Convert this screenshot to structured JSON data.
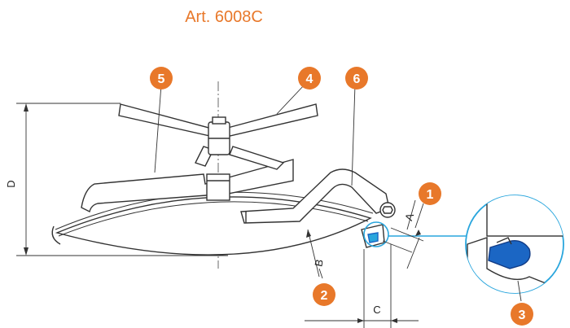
{
  "title": "Art. 6008C",
  "colors": {
    "accent": "#e8782a",
    "detail": "#2aa6dd",
    "gasket": "#1b66c4"
  },
  "callouts": [
    {
      "id": "1",
      "label": "1"
    },
    {
      "id": "2",
      "label": "2"
    },
    {
      "id": "3",
      "label": "3"
    },
    {
      "id": "4",
      "label": "4"
    },
    {
      "id": "5",
      "label": "5"
    },
    {
      "id": "6",
      "label": "6"
    }
  ],
  "dimensions": {
    "A": "A",
    "B": "B",
    "C": "C",
    "D": "D"
  }
}
